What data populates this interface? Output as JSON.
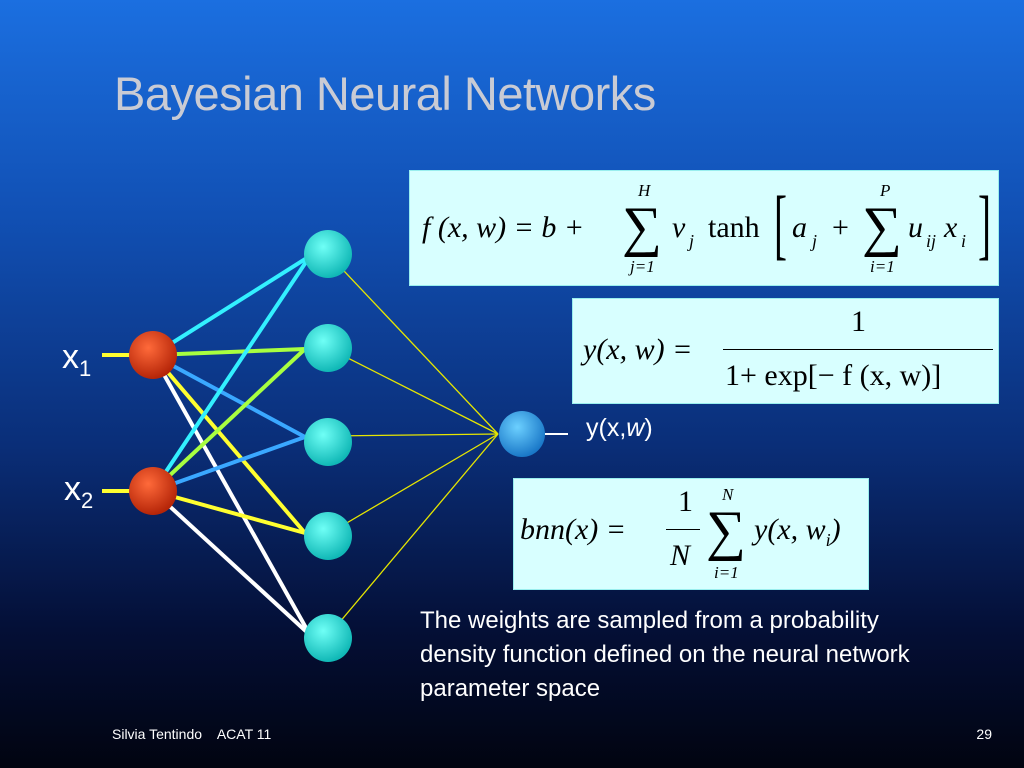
{
  "slide": {
    "title": "Bayesian Neural Networks",
    "footer_author": "Silvia Tentindo",
    "footer_event": "ACAT 11",
    "slide_number": "29"
  },
  "network": {
    "inputs": [
      {
        "label": "x",
        "subscript": "1"
      },
      {
        "label": "x",
        "subscript": "2"
      }
    ],
    "output_label": "y(x,",
    "output_label_w": "w",
    "output_label_close": ")",
    "colors": {
      "input_node": "#d83a12",
      "hidden_node": "#20e0d8",
      "output_node": "#2b9fe8",
      "edge_cyan": "#33f0ff",
      "edge_green": "#a8ff40",
      "edge_blue": "#3aa8ff",
      "edge_yellow": "#ffff30",
      "edge_white": "#ffffff",
      "edge_output": "#e6e600"
    }
  },
  "formulas": {
    "f": {
      "lhs": "f (x, w) = b +",
      "sum1_top": "H",
      "sum1_bottom": "j=1",
      "v": "v",
      "v_sub": "j",
      "tanh": "tanh",
      "a": "a",
      "a_sub": "j",
      "plus": "+",
      "sum2_top": "P",
      "sum2_bottom": "i=1",
      "u": "u",
      "u_sub": "ij",
      "x": "x",
      "x_sub": "i"
    },
    "y": {
      "lhs": "y(x, w) =",
      "numerator": "1",
      "denominator": "1+ exp[− f (x, w)]"
    },
    "bnn": {
      "lhs": "bnn(x) =",
      "numerator": "1",
      "denominator": "N",
      "sum_top": "N",
      "sum_bottom": "i=1",
      "term": "y(x, w",
      "term_sub": "i",
      "term_close": ")"
    }
  },
  "caption": "The weights are sampled from a probability density function defined on the neural network parameter space"
}
